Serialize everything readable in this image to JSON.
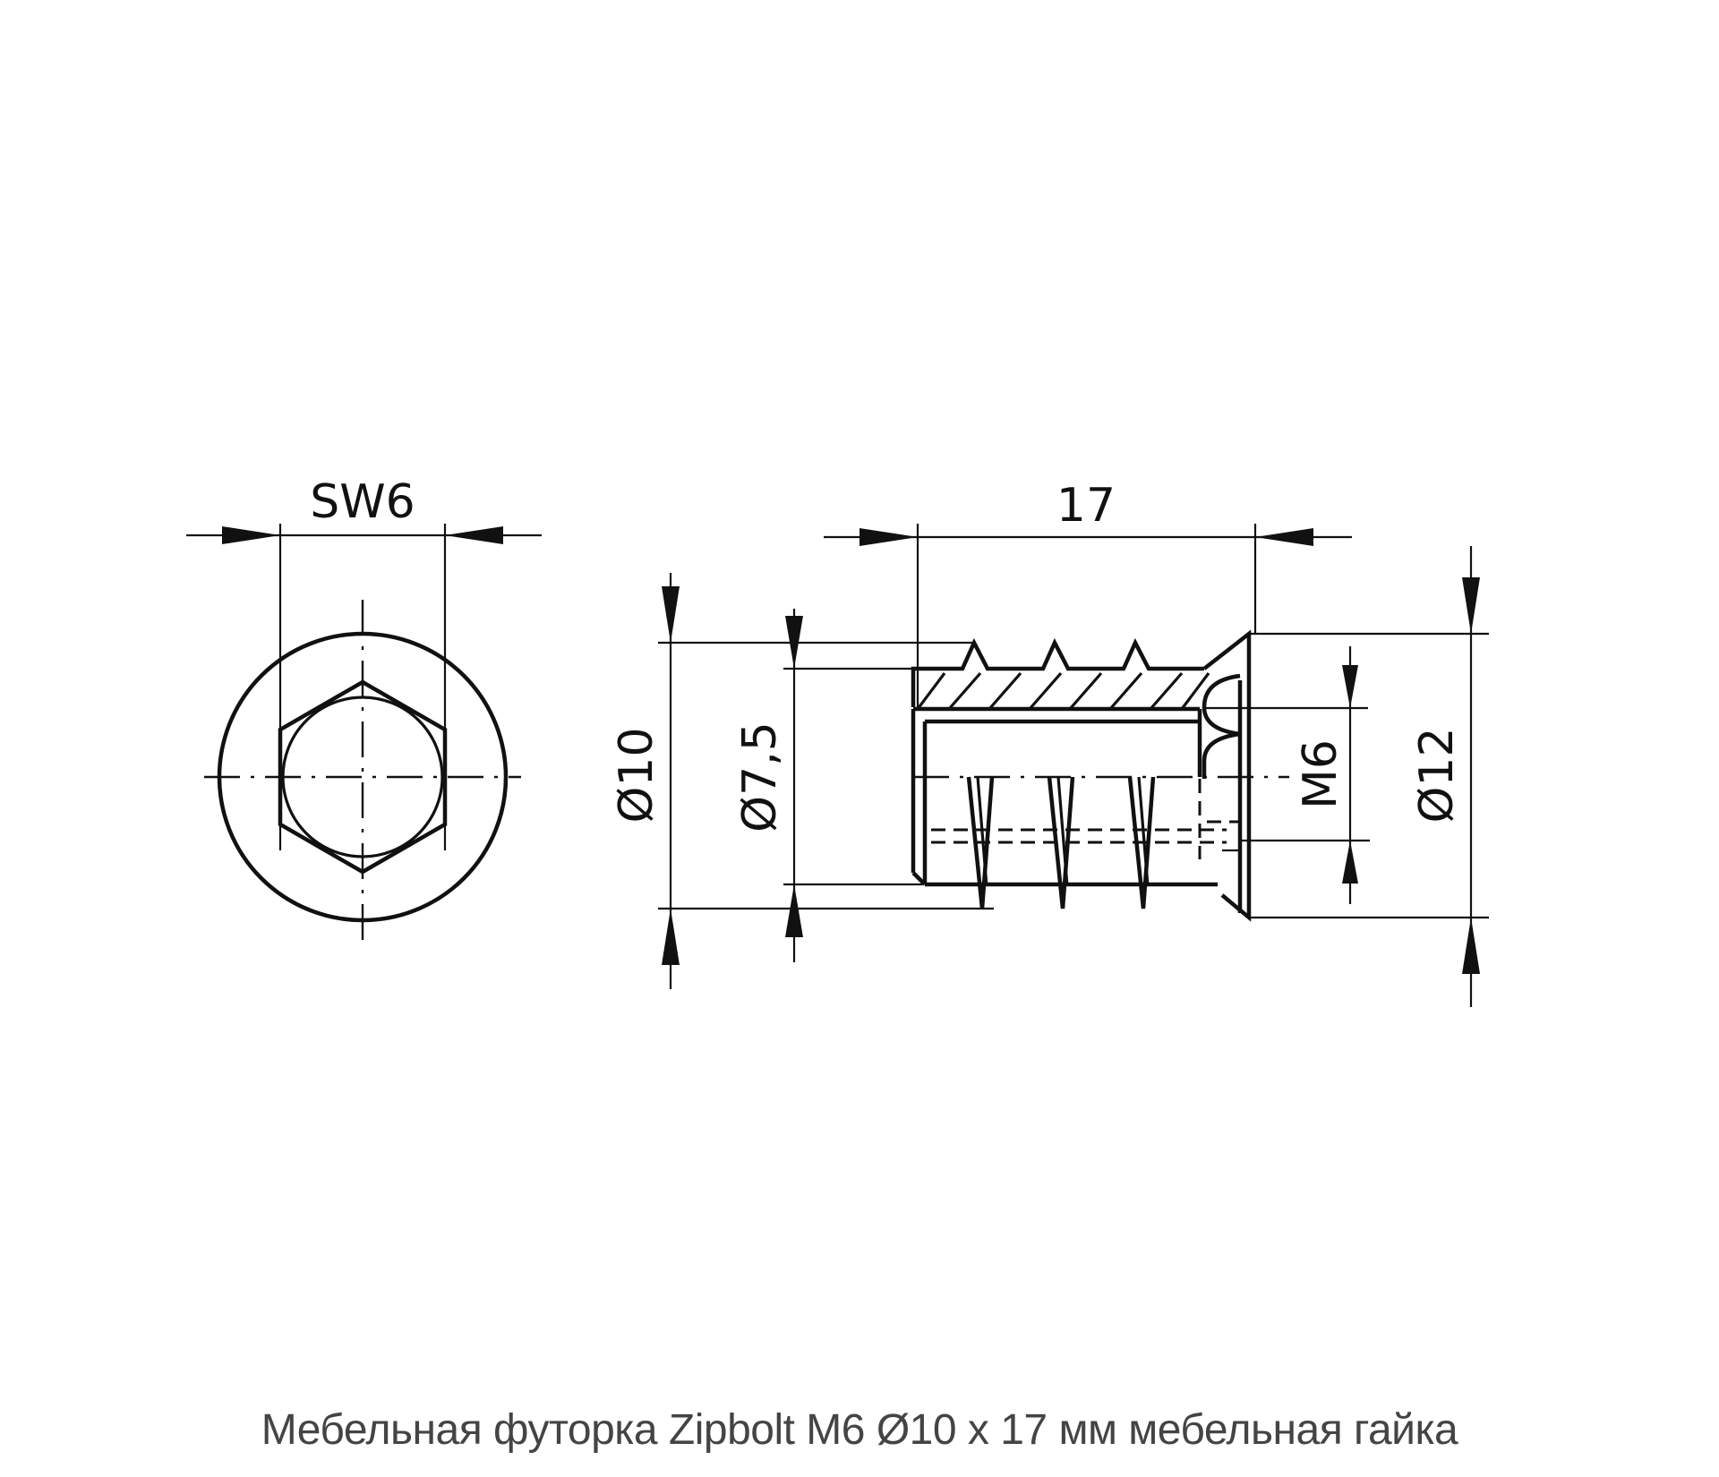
{
  "drawing": {
    "front_view": {
      "dimension_label": "SW6"
    },
    "side_view": {
      "length_label": "17",
      "thread_outer_diameter_label": "Ø10",
      "core_diameter_label": "Ø7,5",
      "internal_thread_label": "M6",
      "flange_diameter_label": "Ø12"
    }
  },
  "caption": {
    "text": "Мебельная футорка Zipbolt M6 Ø10 x 17 мм мебельная гайка"
  },
  "colors": {
    "line": "#111111",
    "caption": "#444444",
    "background": "#ffffff"
  }
}
